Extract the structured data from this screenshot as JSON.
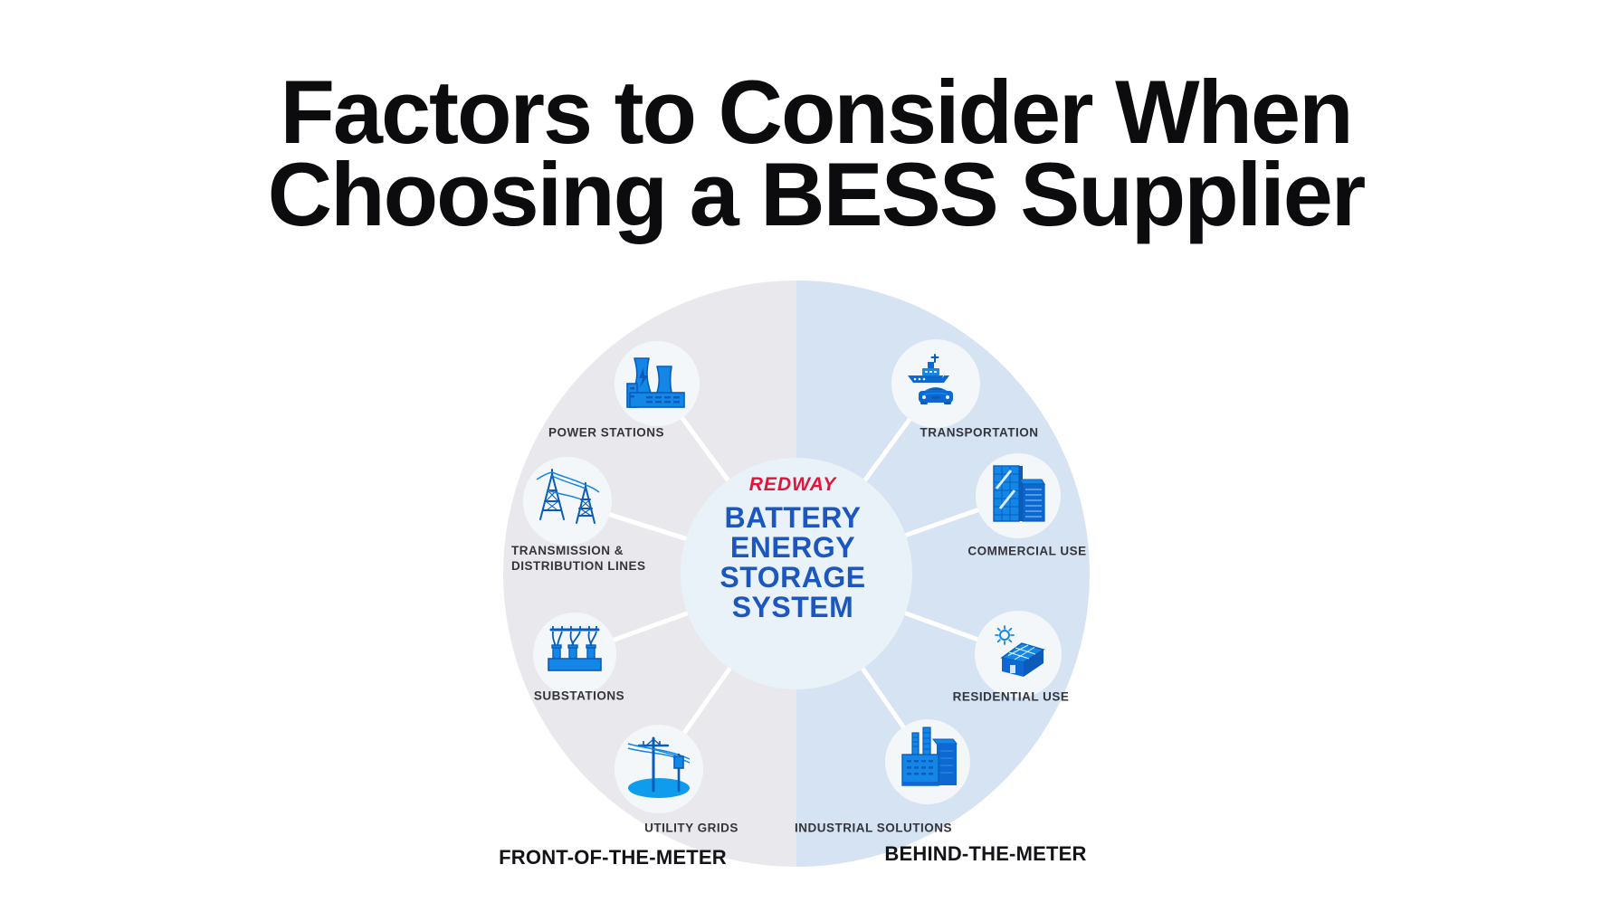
{
  "title": {
    "line1": "Factors to Consider When",
    "line2": "Choosing a BESS Supplier"
  },
  "diagram": {
    "center": {
      "brand": "REDWAY",
      "title_lines": [
        "BATTERY",
        "ENERGY",
        "STORAGE",
        "SYSTEM"
      ]
    },
    "nodes": [
      {
        "id": "power-stations",
        "label": "POWER STATIONS",
        "side": "front-of-the-meter"
      },
      {
        "id": "transmission-distribution-lines",
        "label_line1": "TRANSMISSION &",
        "label_line2": "DISTRIBUTION LINES",
        "side": "front-of-the-meter"
      },
      {
        "id": "substations",
        "label": "SUBSTATIONS",
        "side": "front-of-the-meter"
      },
      {
        "id": "utility-grids",
        "label": "UTILITY GRIDS",
        "side": "front-of-the-meter"
      },
      {
        "id": "transportation",
        "label": "TRANSPORTATION",
        "side": "behind-the-meter"
      },
      {
        "id": "commercial-use",
        "label": "COMMERCIAL USE",
        "side": "behind-the-meter"
      },
      {
        "id": "residential-use",
        "label": "RESIDENTIAL USE",
        "side": "behind-the-meter"
      },
      {
        "id": "industrial-solutions",
        "label": "INDUSTRIAL SOLUTIONS",
        "side": "behind-the-meter"
      }
    ],
    "footer": {
      "left_label": "FRONT-OF-THE-METER",
      "right_label": "BEHIND-THE-METER"
    },
    "colors": {
      "brand_red": "#e0173a",
      "center_text_blue": "#1c57c0",
      "icon_blue": "#1287e8",
      "icon_dark_blue": "#0b5cb8",
      "ground_bright_blue": "#0f9ced",
      "left_half": "#e9e9ed",
      "right_half": "#d5e3f2",
      "center_circle": "#e9f2f9",
      "node_circle": "#f3f7fa",
      "label_text": "#34343c",
      "title_text": "#0c0c0e"
    }
  }
}
